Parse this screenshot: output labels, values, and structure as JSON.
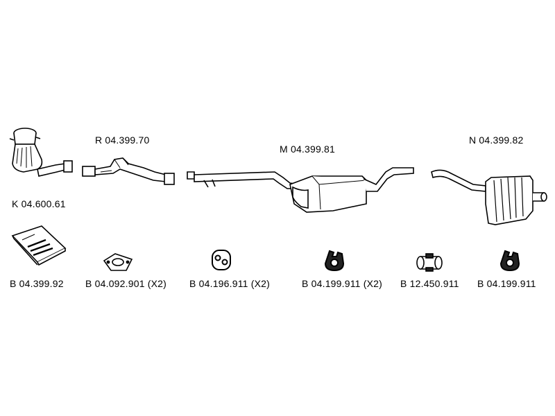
{
  "main_parts": {
    "catalyst": "K 04.600.61",
    "front_pipe": "R 04.399.70",
    "middle_silencer": "M 04.399.81",
    "rear_silencer": "N 04.399.82"
  },
  "accessories": [
    {
      "code": "B 04.399.92"
    },
    {
      "code": "B 04.092.901 (X2)"
    },
    {
      "code": "B 04.196.911 (X2)"
    },
    {
      "code": "B 04.199.911 (X2)"
    },
    {
      "code": "B 12.450.911"
    },
    {
      "code": "B 04.199.911"
    }
  ]
}
